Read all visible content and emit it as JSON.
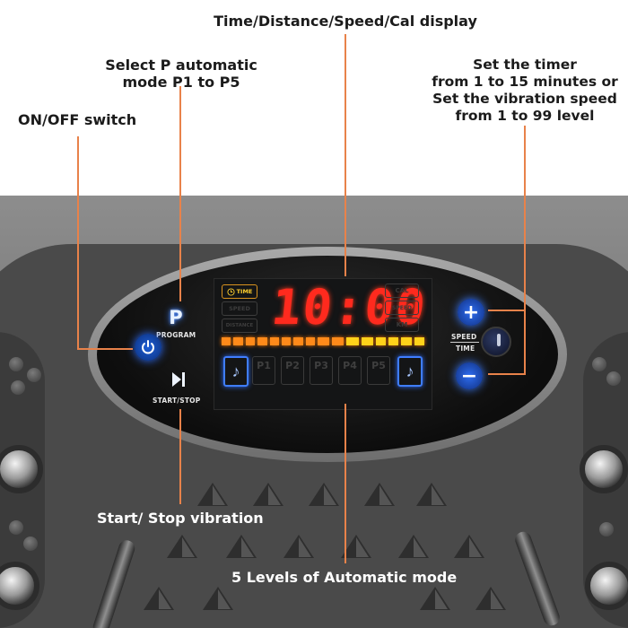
{
  "callouts": {
    "display": "Time/Distance/Speed/Cal display",
    "program_line1": "Select P automatic",
    "program_line2": "mode P1 to P5",
    "power": "ON/OFF switch",
    "timer_line1": "Set the timer",
    "timer_line2": "from 1 to 15 minutes or",
    "timer_line3": "Set the vibration speed",
    "timer_line4": "from 1 to 99 level",
    "start_stop": "Start/ Stop vibration",
    "levels": "5 Levels of Automatic mode"
  },
  "console": {
    "program_button_glyph": "P",
    "program_label": "PROGRAM",
    "start_stop_label": "START/STOP",
    "plus_glyph": "+",
    "minus_glyph": "−",
    "speed_label": "SPEED",
    "time_label": "TIME"
  },
  "lcd": {
    "time_indicator": "TIME",
    "speed_indicator": "SPEED",
    "distance_indicator": "DISTANCE",
    "cal_label": "CAL",
    "speed_label_right": "SPEED",
    "km_label": "KM",
    "readout": "10:00",
    "speed_level_fraction": 1.0,
    "programs": [
      "P1",
      "P2",
      "P3",
      "P4",
      "P5"
    ],
    "music_glyph": "♪"
  },
  "colors": {
    "callout_leader": "#e8824a",
    "readout_red": "#ff2a1e",
    "bar_orange": "#ff8a1a",
    "bar_yellow": "#ffd21a",
    "button_blue": "#2e6df0"
  }
}
